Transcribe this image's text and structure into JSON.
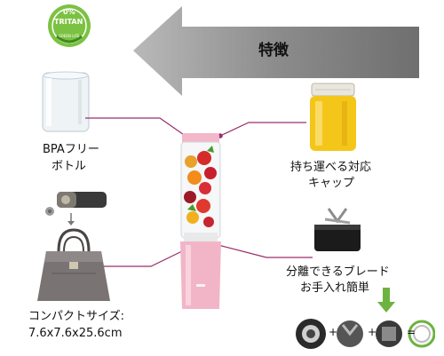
{
  "banner": {
    "title": "特徴"
  },
  "badge": {
    "percent": "0%",
    "brand": "TRITAN",
    "sub": "GREEN LIFE"
  },
  "features": {
    "bottle": {
      "line1": "BPAフリー",
      "line2": "ボトル"
    },
    "cap": {
      "line1": "持ち運べる対応",
      "line2": "キャップ"
    },
    "blade": {
      "line1": "分離できるブレード",
      "line2": "お手入れ簡単"
    },
    "size": {
      "line1": "コンパクトサイズ:",
      "line2": "7.6x7.6x25.6cm"
    }
  },
  "colors": {
    "arrow": "#8f8f8f",
    "leader": "#9b2d6e",
    "pink": "#f3b7c9",
    "juice": "#f2c21b",
    "green": "#6db33f"
  },
  "icons": {
    "operators": [
      "+",
      "+",
      "="
    ]
  }
}
